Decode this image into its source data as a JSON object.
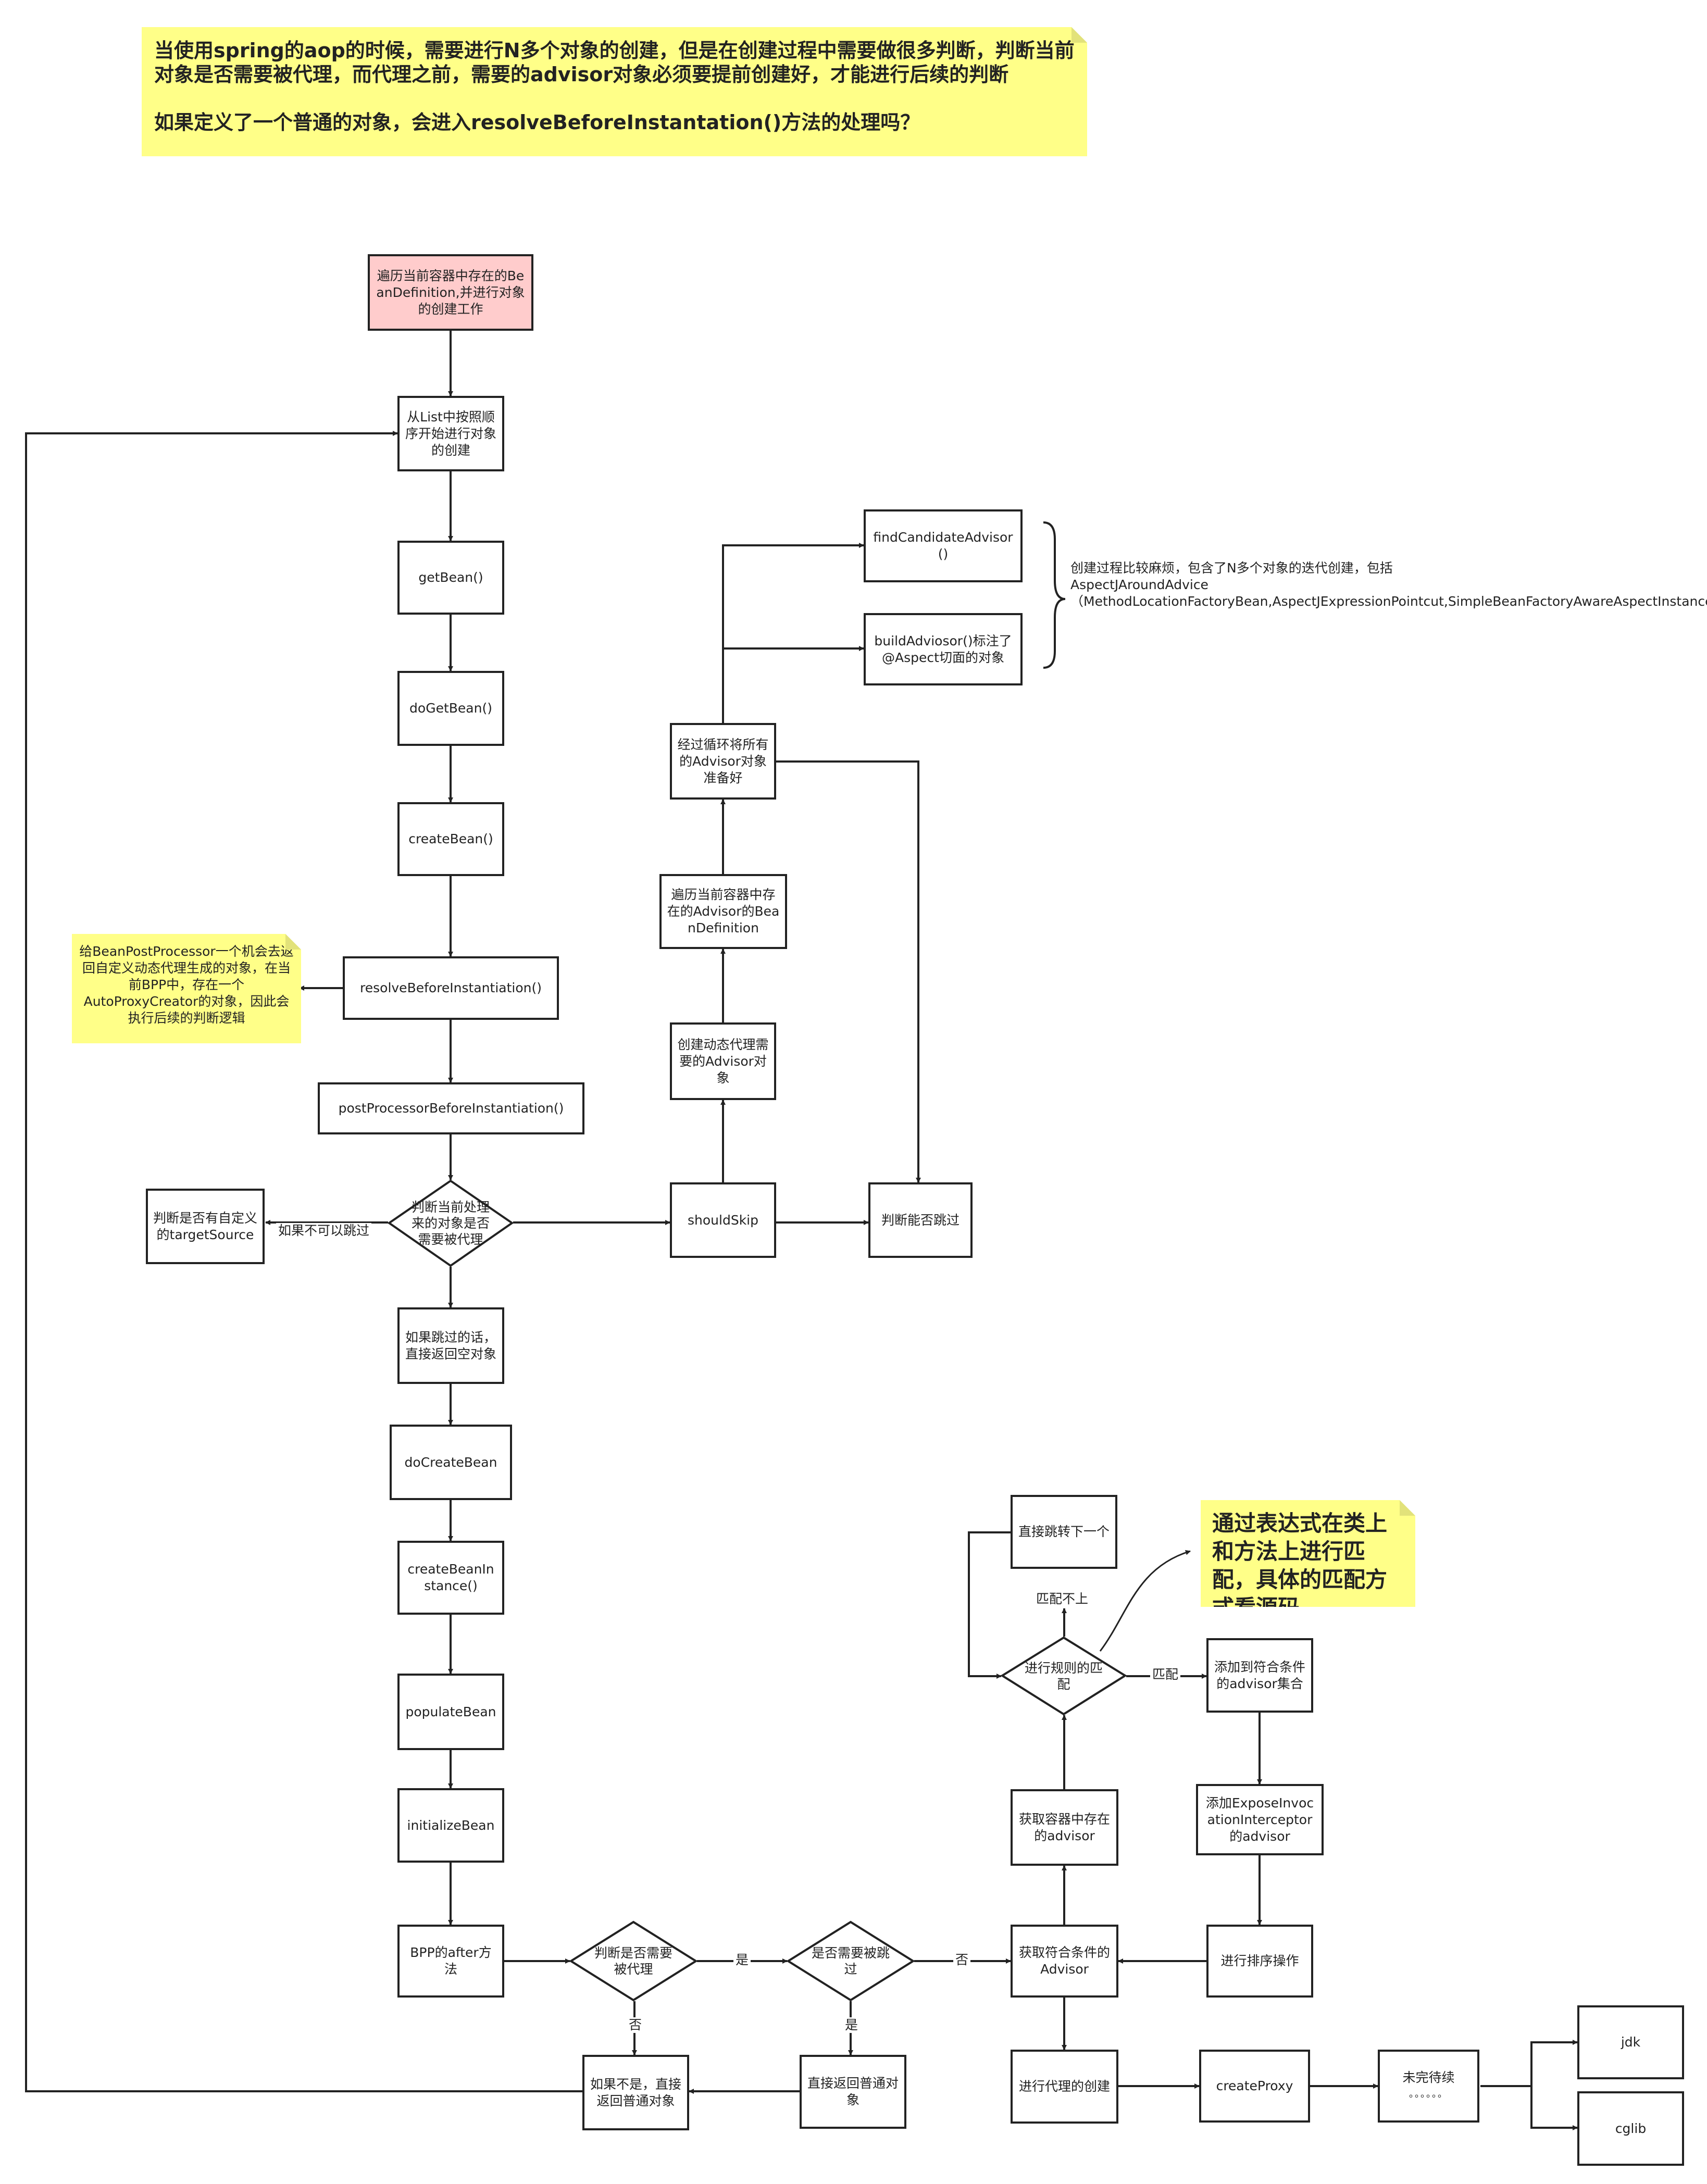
{
  "header_note": {
    "line1": "当使用spring的aop的时候，需要进行N多个对象的创建，但是在创建过程中需要做很多判断，判断当前",
    "line2": "对象是否需要被代理，而代理之前，需要的advisor对象必须要提前创建好，才能进行后续的判断",
    "line3": "如果定义了一个普通的对象，会进入resolveBeforeInstantation()方法的处理吗？"
  },
  "nodes": {
    "start": "遍历当前容器中存在的BeanDefinition,并进行对象的创建工作",
    "from_list": "从List中按照顺序开始进行对象的创建",
    "get_bean": "getBean()",
    "do_get_bean": "doGetBean()",
    "create_bean": "createBean()",
    "resolve_before": "resolveBeforeInstantiation()",
    "post_processor_before": "postProcessorBeforeInstantiation()",
    "decide_proxy": "判断当前处理来的对象是否需要被代理",
    "target_source": "判断是否有自定义的targetSource",
    "skip_return_empty": "如果跳过的话，直接返回空对象",
    "do_create_bean": "doCreateBean",
    "create_bean_instance": "createBeanInstance()",
    "populate_bean": "populateBean",
    "initialize_bean": "initializeBean",
    "bpp_after": "BPP的after方法",
    "need_proxy": "判断是否需要被代理",
    "need_skip": "是否需要被跳过",
    "return_normal_no": "如果不是，直接返回普通对象",
    "return_normal": "直接返回普通对象",
    "should_skip": "shouldSkip",
    "judge_skip": "判断能否跳过",
    "create_advisor": "创建动态代理需要的Advisor对象",
    "iterate_advisor_bd": "遍历当前容器中存在的Advisor的BeanDefinition",
    "advisors_ready": "经过循环将所有的Advisor对象准备好",
    "find_candidate": "findCandidateAdvisor()",
    "build_advisor": "buildAdviosor()标注了@Aspect切面的对象",
    "get_eligible": "获取符合条件的Advisor",
    "get_container_advisor": "获取容器中存在的advisor",
    "rule_match": "进行规则的匹配",
    "jump_next": "直接跳转下一个",
    "add_eligible": "添加到符合条件的advisor集合",
    "add_expose": "添加ExposeInvocationInterceptor的advisor",
    "sort": "进行排序操作",
    "proxy_create": "进行代理的创建",
    "create_proxy": "createProxy",
    "tbc": "未完待续",
    "tbc_dots": "。。。。。。",
    "jdk": "jdk",
    "cglib": "cglib"
  },
  "edge_labels": {
    "cannot_skip": "如果不可以跳过",
    "match_fail": "匹配不上",
    "match": "匹配",
    "yes1": "是",
    "no1": "否",
    "yes2": "是",
    "no2": "否"
  },
  "notes": {
    "bpp_note": "给BeanPostProcessor一个机会去返回自定义动态代理生成的对象，在当前BPP中，存在一个AutoProxyCreator的对象，因此会执行后续的判断逻辑",
    "expression_note": "通过表达式在类上和方法上进行匹配，具体的匹配方式看源码",
    "brace_text": "创建过程比较麻烦，包含了N多个对象的迭代创建，包括AspectJAroundAdvice（MethodLocationFactoryBean,AspectJExpressionPointcut,SimpleBeanFactoryAwareAspectInstanceFactory）"
  },
  "colors": {
    "note_yellow": "#ffff88",
    "start_pink": "#ffcccc",
    "line": "#222222"
  }
}
